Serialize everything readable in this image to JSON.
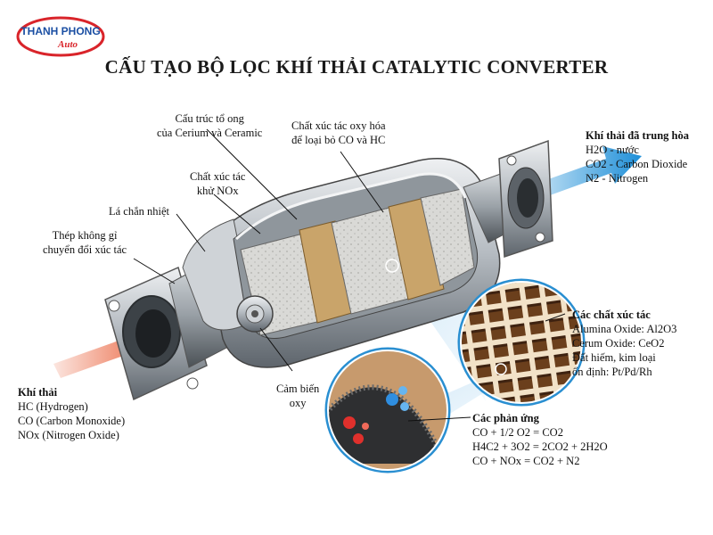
{
  "logo": {
    "line1": "THANH PHONG",
    "line2": "Auto"
  },
  "title": "CẤU TẠO BỘ LỌC KHÍ THẢI CATALYTIC CONVERTER",
  "labels": {
    "honeycomb": [
      "Cấu trúc tổ ong",
      "của Cerium và Ceramic"
    ],
    "oxy_catalyst": [
      "Chất xúc tác oxy hóa",
      "để loại bỏ CO và HC"
    ],
    "nox_catalyst": [
      "Chất xúc tác",
      "khử NOx"
    ],
    "heat_shield": "Lá chắn nhiệt",
    "stainless": [
      "Thép không gỉ",
      "chuyển đổi xúc tác"
    ],
    "sensor": [
      "Cảm biến",
      "oxy"
    ]
  },
  "exhaust_in": {
    "heading": "Khí thải",
    "items": [
      "HC (Hydrogen)",
      "CO (Carbon Monoxide)",
      "NOx (Nitrogen Oxide)"
    ]
  },
  "exhaust_out": {
    "heading": "Khí thải đã trung hòa",
    "items": [
      "H2O - nước",
      "CO2 - Carbon Dioxide",
      "N2 - Nitrogen"
    ]
  },
  "catalysts": {
    "heading": "Các chất xúc tác",
    "items": [
      "Alumina Oxide: Al2O3",
      "Cerum Oxide: CeO2",
      "Đất hiếm, kim loại",
      "ổn định: Pt/Pd/Rh"
    ]
  },
  "reactions": {
    "heading": "Các phản ứng",
    "items": [
      "CO + 1/2 O2 = CO2",
      "H4C2 + 3O2 = 2CO2 + 2H2O",
      "CO + NOx = CO2 + N2"
    ]
  },
  "colors": {
    "arrow_in": "#e8552c",
    "arrow_out": "#1e8fd8",
    "catalyst_gold": "#c9a46a",
    "steel": "#b9bec4",
    "logo_blue": "#1b4fa3",
    "logo_red": "#d9242a"
  }
}
